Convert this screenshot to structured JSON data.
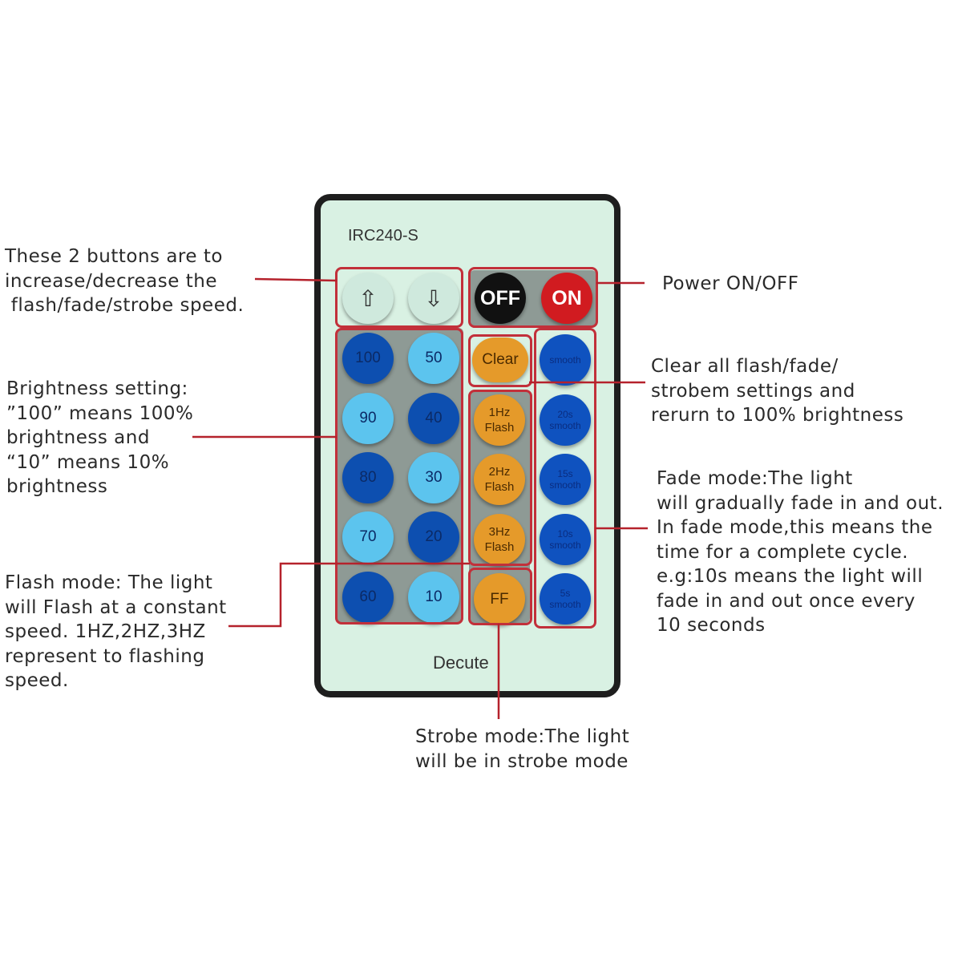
{
  "remote": {
    "model": "IRC240-S",
    "brand": "Decute",
    "speed_buttons": [
      {
        "symbol": "⇧",
        "icon": "arrow-up-icon"
      },
      {
        "symbol": "⇩",
        "icon": "arrow-down-icon"
      }
    ],
    "power_buttons": {
      "off": "OFF",
      "on": "ON"
    },
    "brightness_buttons": [
      "100",
      "50",
      "90",
      "40",
      "80",
      "30",
      "70",
      "20",
      "60",
      "10"
    ],
    "clear_button": "Clear",
    "flash_buttons": [
      {
        "line1": "1Hz",
        "line2": "Flash"
      },
      {
        "line1": "2Hz",
        "line2": "Flash"
      },
      {
        "line1": "3Hz",
        "line2": "Flash"
      }
    ],
    "strobe_button": "FF",
    "fade_buttons": [
      {
        "line1": "",
        "line2": "smooth"
      },
      {
        "line1": "20s",
        "line2": "smooth"
      },
      {
        "line1": "15s",
        "line2": "smooth"
      },
      {
        "line1": "10s",
        "line2": "smooth"
      },
      {
        "line1": "5s",
        "line2": "smooth"
      }
    ],
    "colors": {
      "dark_blue": "#0d4fb0",
      "light_blue": "#5cc4ee",
      "orange": "#e59a2a",
      "red": "#d11b20",
      "body": "#d9f1e3",
      "callout": "#c2303a"
    }
  },
  "annotations": {
    "speed": "These 2 buttons are to\nincrease/decrease the\n flash/fade/strobe speed.",
    "power": "Power ON/OFF",
    "brightness": "Brightness setting:\n”100” means 100%\nbrightness and\n“10” means 10%\nbrightness",
    "clear": "Clear all flash/fade/\nstrobem settings and\nrerurn to 100% brightness",
    "fade": "Fade mode:The light\nwill gradually fade in and out.\nIn fade mode,this means the\ntime for a complete cycle.\ne.g:10s means the light will\nfade in and out once every\n10 seconds",
    "flash": "Flash mode: The light\nwill Flash at a constant\nspeed. 1HZ,2HZ,3HZ\nrepresent to flashing\nspeed.",
    "strobe": "Strobe mode:The light\nwill be in strobe mode"
  }
}
